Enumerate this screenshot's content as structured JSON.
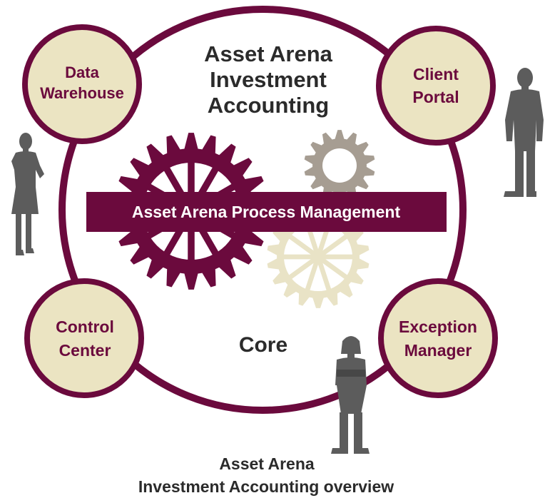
{
  "diagram": {
    "main_title_lines": [
      "Asset Arena",
      "Investment",
      "Accounting"
    ],
    "banner": "Asset Arena Process Management",
    "core_label": "Core",
    "nodes": {
      "top_left": [
        "Data",
        "Warehouse"
      ],
      "top_right": [
        "Client",
        "Portal"
      ],
      "bottom_left": [
        "Control",
        "Center"
      ],
      "bottom_right": [
        "Exception",
        "Manager"
      ]
    },
    "caption_lines": [
      "Asset Arena",
      "Investment Accounting overview"
    ]
  },
  "colors": {
    "maroon": "#6b0a3d",
    "cream": "#ebe4c2",
    "gear_grey": "#a69d92",
    "gear_cream": "#e9e3c6",
    "silhouette": "#5c5c5c",
    "text_dark": "#2b2b2b",
    "banner_text": "#ffffff"
  },
  "people": {
    "left": "businesswoman-silhouette",
    "right": "businessman-silhouette",
    "bottom": "businesswoman-silhouette"
  }
}
